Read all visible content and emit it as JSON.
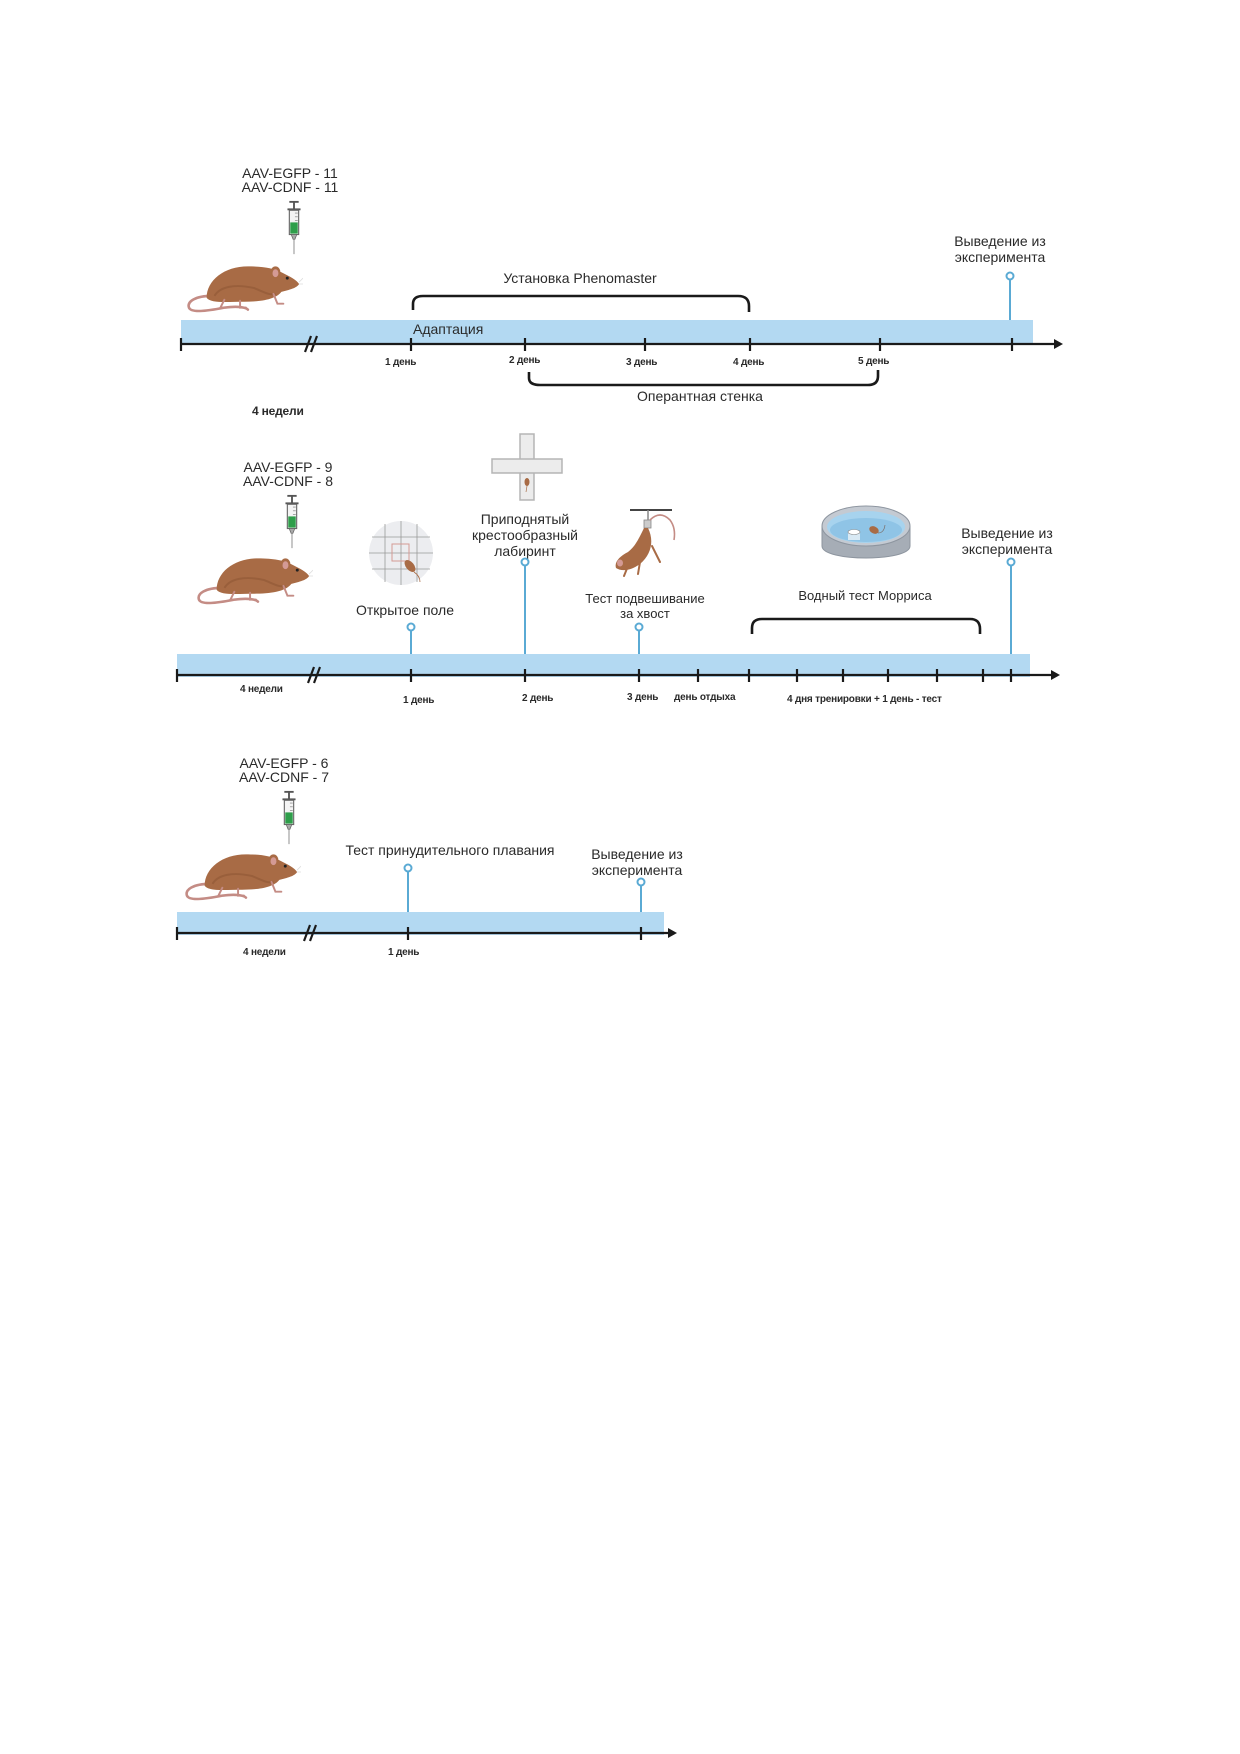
{
  "colors": {
    "band": "#b3d9f2",
    "axis": "#1a1a1a",
    "pin": "#5aaad4",
    "mouse_body": "#a86b45",
    "mouse_shade": "#8f5735",
    "mouse_tail": "#c48c85",
    "syringe_fluid": "#2e9e4a"
  },
  "timeline1": {
    "groups": [
      "AAV-EGFP - 11",
      "AAV-CDNF - 11"
    ],
    "bracket_top": "Установка Phenomaster",
    "band_label": "Адаптация",
    "bracket_bottom": "Оперантная стенка",
    "ticks": [
      "1 день",
      "2 день",
      "3 день",
      "4 день",
      "5 день"
    ],
    "end_event": [
      "Выведение из",
      "эксперимента"
    ],
    "duration_label": "4 недели"
  },
  "timeline2": {
    "groups": [
      "AAV-EGFP - 9",
      "AAV-CDNF - 8"
    ],
    "events": {
      "open_field": "Открытое поле",
      "epm": [
        "Приподнятый",
        "крестообразный",
        "лабиринт"
      ],
      "tail_suspension": [
        "Тест подвешивание",
        "за хвост"
      ],
      "morris": "Водный тест Морриса",
      "end": [
        "Выведение из",
        "эксперимента"
      ]
    },
    "ticks": {
      "weeks": "4 недели",
      "d1": "1 день",
      "d2": "2 день",
      "d3": "3 день",
      "rest": "день отдыха",
      "training": "4 дня тренировки + 1 день - тест"
    }
  },
  "timeline3": {
    "groups": [
      "AAV-EGFP - 6",
      "AAV-CDNF - 7"
    ],
    "events": {
      "forced_swim": "Тест принудительного плавания",
      "end": [
        "Выведение из",
        "эксперимента"
      ]
    },
    "ticks": {
      "weeks": "4 недели",
      "d1": "1 день"
    }
  }
}
